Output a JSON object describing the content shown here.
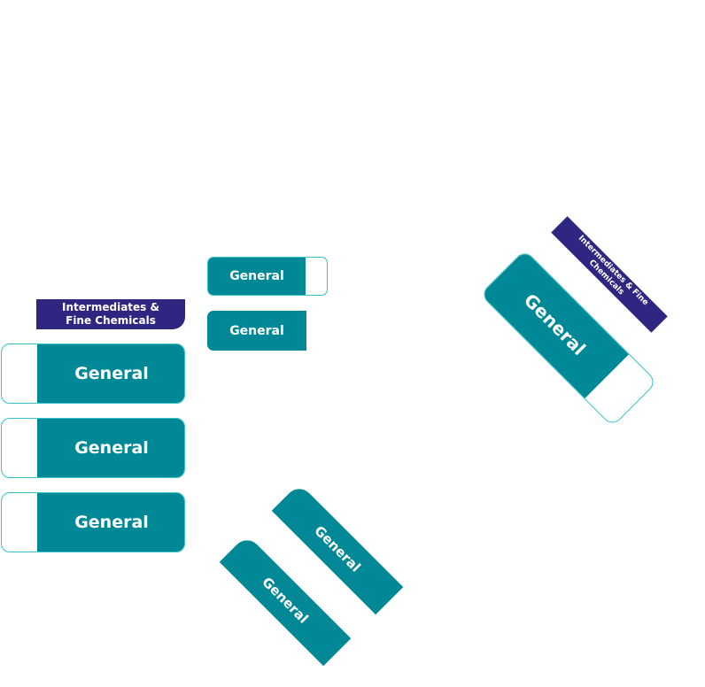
{
  "colors": {
    "teal": "#008896",
    "teal_outline": "#37c2c6",
    "navy": "#2f2682",
    "text": "#ffffff"
  },
  "general_label": "General",
  "category_label_line1": "Intermediates &",
  "category_label_line2": "Fine Chemicals",
  "category_label_single": "Intermediates & Fine Chemicals"
}
